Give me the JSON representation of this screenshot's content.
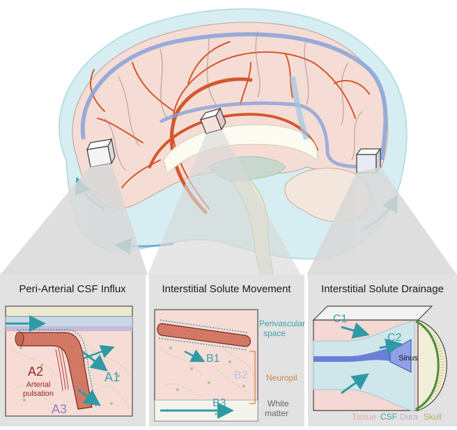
{
  "panels": {
    "a": {
      "title": "Peri-Arterial CSF Influx",
      "labels": {
        "a1": "A1",
        "a2": "A2",
        "a3": "A3",
        "arterial": "Arterial",
        "pulsation": "pulsation"
      }
    },
    "b": {
      "title": "Interstitial Solute Movement",
      "labels": {
        "b1": "B1",
        "b2": "B2",
        "b3": "B3",
        "perivascular": "Perivascular",
        "space": "space",
        "neuropil": "Neuropil",
        "white": "White",
        "matter": "matter"
      }
    },
    "c": {
      "title": "Interstitial Solute Drainage",
      "labels": {
        "c1": "C1",
        "c2": "C2",
        "sinus": "Sinus"
      },
      "legend": {
        "tissue": "Tissue",
        "csf": "CSF",
        "dura": "Dura",
        "skull": "Skull"
      }
    }
  },
  "colors": {
    "artery": "#d4572e",
    "csf_flow": "#8aa2d8",
    "csf_space": "#bfe2ea",
    "tissue": "#f6d7d2",
    "a_labels": "#9b2424",
    "a3_label": "#8f7fc0",
    "teal": "#3aa0a8",
    "neuropil": "#c98a45",
    "dura": "#c9a7c9",
    "skull": "#c7bf7a"
  }
}
